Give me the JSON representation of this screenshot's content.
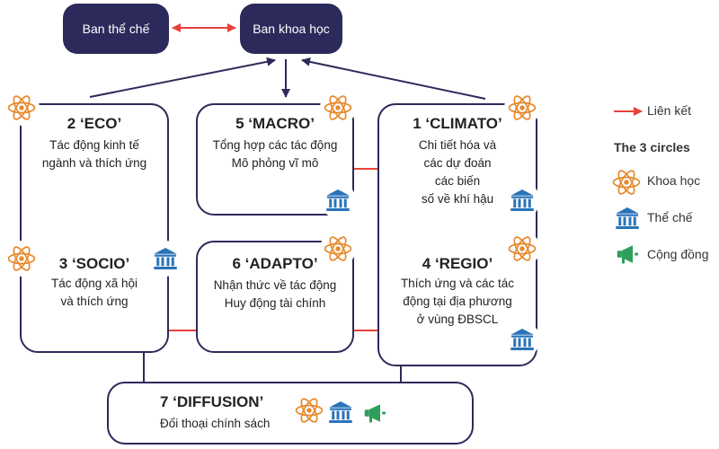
{
  "institutions": {
    "policy": "Ban thể chế",
    "science": "Ban khoa học"
  },
  "modules": {
    "eco": {
      "title": "2 ‘ECO’",
      "lines": [
        "Tác động kinh tế",
        "ngành và thích ứng"
      ]
    },
    "macro": {
      "title": "5 ‘MACRO’",
      "lines": [
        "Tổng hợp các tác động",
        "Mô phỏng vĩ mô"
      ]
    },
    "climato": {
      "title": "1 ‘CLIMATO’",
      "lines": [
        "Chi tiết hóa và",
        "các dự đoán",
        "các biến",
        "số về khí hậu"
      ]
    },
    "socio": {
      "title": "3 ‘SOCIO’",
      "lines": [
        "Tác động xã hội",
        "và thích ứng"
      ]
    },
    "adapto": {
      "title": "6 ‘ADAPTO’",
      "lines": [
        "Nhận thức về tác động",
        "Huy động tài chính"
      ]
    },
    "regio": {
      "title": "4 ‘REGIO’",
      "lines": [
        "Thích ứng và các tác",
        "động tại địa phương",
        "ở vùng ĐBSCL"
      ]
    },
    "diffusion": {
      "title": "7 ‘DIFFUSION’",
      "lines": [
        "Đối thoại chính sách"
      ]
    }
  },
  "legend": {
    "link": "Liên kết",
    "circles_title": "The 3 circles",
    "science": "Khoa học",
    "institution": "Thể chế",
    "community": "Cộng đồng"
  },
  "colors": {
    "navy": "#2c2a5b",
    "orange": "#e6892c",
    "blue": "#2a73b8",
    "green": "#2e9e5a",
    "red": "#e8423b"
  }
}
